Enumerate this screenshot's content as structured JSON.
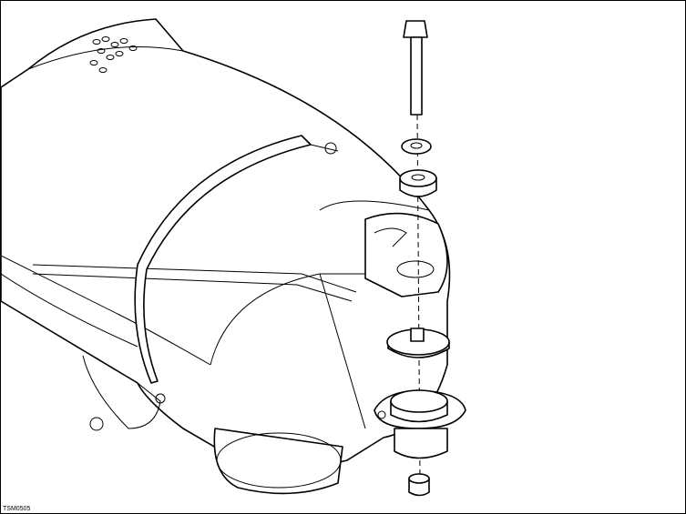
{
  "diagram": {
    "reference_code": "TSM0505",
    "parts": [
      "bolt",
      "small-washer",
      "spacer",
      "bracket",
      "large-washer",
      "rubber-mount",
      "nut",
      "exhaust-silencer",
      "band-clamp"
    ]
  }
}
